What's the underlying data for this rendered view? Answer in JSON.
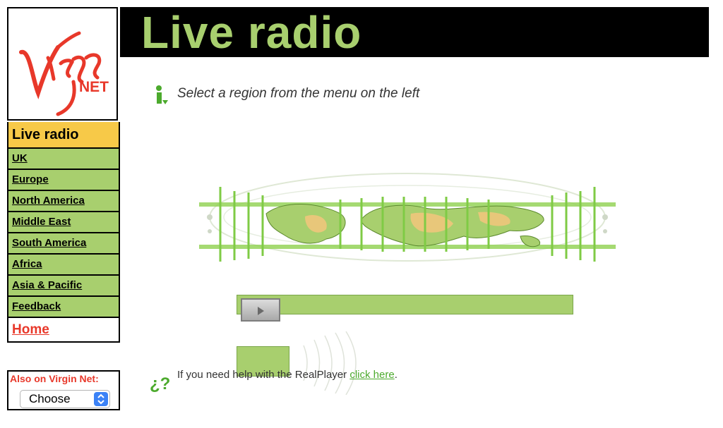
{
  "logo": {
    "brand": "Virgin",
    "sub": "NET"
  },
  "header": {
    "title": "Live radio"
  },
  "nav": {
    "heading": "Live radio",
    "items": [
      {
        "label": "UK"
      },
      {
        "label": "Europe"
      },
      {
        "label": "North America"
      },
      {
        "label": "Middle East"
      },
      {
        "label": "South America"
      },
      {
        "label": "Africa"
      },
      {
        "label": "Asia & Pacific"
      },
      {
        "label": "Feedback"
      }
    ],
    "home": "Home"
  },
  "also": {
    "label": "Also on Virgin Net:",
    "selected": "Choose"
  },
  "main": {
    "instruction": "Select a region from the menu on the left",
    "help_prefix": "If you need help with the RealPlayer ",
    "help_link": "click here",
    "help_suffix": "."
  },
  "colors": {
    "accent_green": "#a8cf6e",
    "nav_head_yellow": "#f7c948",
    "home_red": "#e8382a",
    "link_green": "#4caa2d"
  },
  "icons": [
    "virgin-net-logo",
    "info-icon",
    "world-map-graphic",
    "play-icon",
    "help-icon",
    "sound-waves-graphic",
    "select-arrows-icon"
  ]
}
